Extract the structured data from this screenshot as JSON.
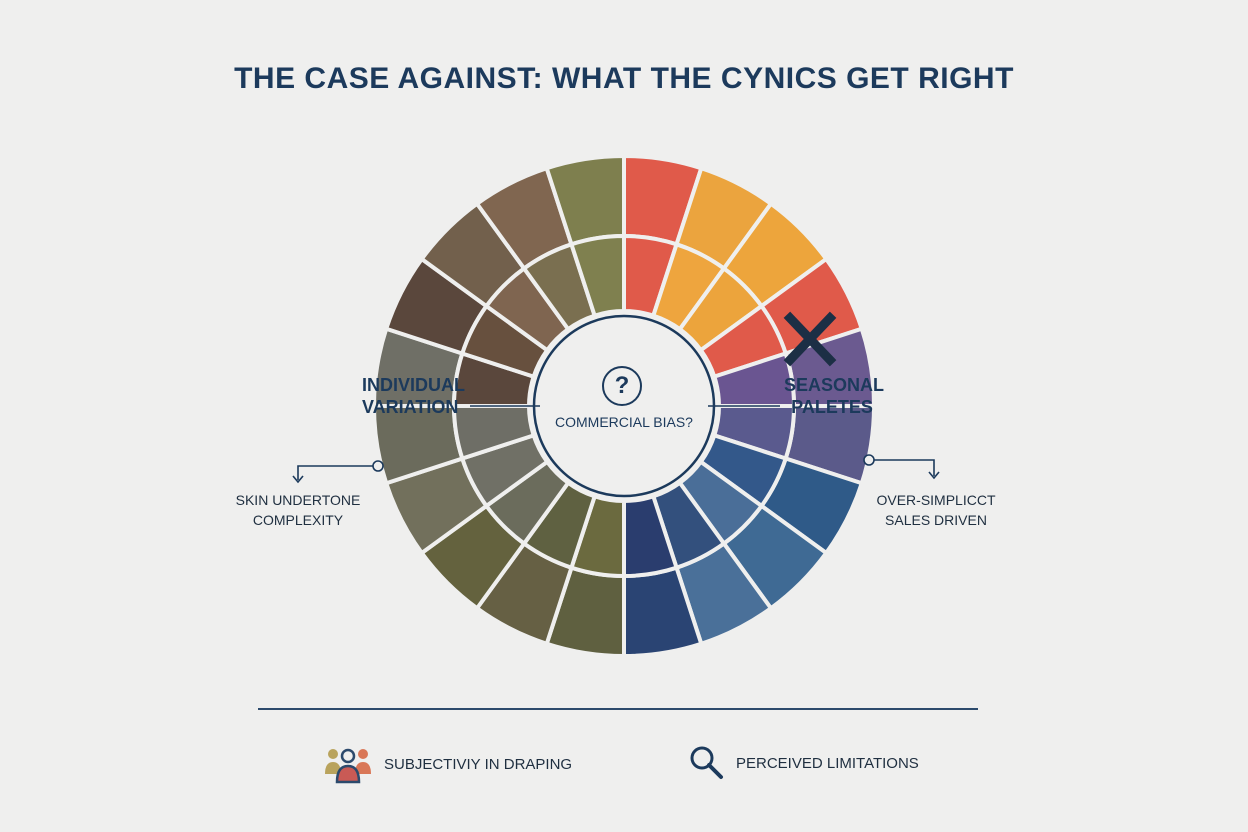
{
  "title": "THE CASE AGAINST: WHAT THE CYNICS GET RIGHT",
  "center": {
    "question_mark": "?",
    "label": "COMMERCIAL BIAS?"
  },
  "labels": {
    "left_main": [
      "INDIVIDUAL",
      "VARIATION"
    ],
    "right_main": [
      "SEASONAL",
      "PALETES"
    ],
    "left_sub": [
      "SKIN UNDERTONE",
      "COMPLEXITY"
    ],
    "right_sub": [
      "OVER-SIMPLICCT",
      "SALES DRIVEN"
    ]
  },
  "footer": [
    {
      "label": "SUBJECTIVIY IN DRAPING",
      "icon": "people-icon"
    },
    {
      "label": "PERCEIVED LIMITATIONS",
      "icon": "magnifier-icon"
    }
  ],
  "rejected_marker": "x-mark-icon",
  "colors": {
    "title": "#1c3a5c",
    "background": "#efefee",
    "outer_ring": [
      "#e05a4a",
      "#eba43e",
      "#eda53c",
      "#e05a4a",
      "#6b5a90",
      "#5b5a8a",
      "#2f5a88",
      "#3f6a94",
      "#4a7099",
      "#2a4473",
      "#5f6040",
      "#666044",
      "#64623e",
      "#72705c",
      "#6b6b5c",
      "#6f6f66",
      "#5a473c",
      "#72604c",
      "#806650",
      "#7e7f4e"
    ],
    "inner_ring": [
      "#e05a4a",
      "#eea53e",
      "#eca43c",
      "#e05a4a",
      "#6a5591",
      "#5a5a8e",
      "#33588a",
      "#4a6e98",
      "#33507d",
      "#2a3d6e",
      "#6b6a3f",
      "#5f6141",
      "#6b6c5c",
      "#707066",
      "#6e6e66",
      "#5a473c",
      "#67503e",
      "#7f6550",
      "#7a6f50",
      "#7f804f"
    ]
  }
}
